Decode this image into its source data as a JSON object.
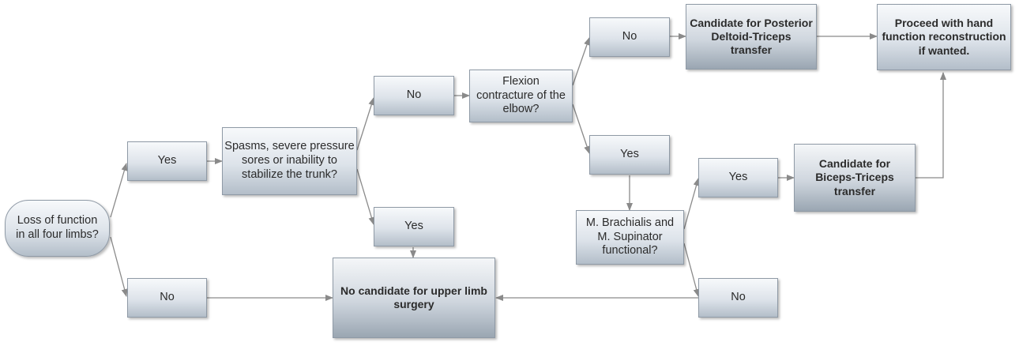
{
  "nodes": {
    "start": "Loss of function\nin all four limbs?",
    "yes1": "Yes",
    "no1": "No",
    "spasms": "Spasms, severe pressure\nsores or inability to\nstabilize the trunk?",
    "no2": "No",
    "yes2": "Yes",
    "no_candidate": "No candidate for upper limb\nsurgery",
    "flexion": "Flexion\ncontracture of the\nelbow?",
    "no3": "No",
    "yes3": "Yes",
    "posterior": "Candidate for Posterior\nDeltoid-Triceps\ntransfer",
    "proceed": "Proceed with hand\nfunction reconstruction\nif wanted.",
    "brachialis": "M. Brachialis and\nM. Supinator\nfunctional?",
    "yes4": "Yes",
    "no4": "No",
    "biceps": "Candidate for\nBiceps-Triceps\ntransfer"
  },
  "colors": {
    "connector": "#8a8a8a",
    "node_border": "#8f9aa6",
    "node_fill_top": "#f7f9fb",
    "node_fill_bottom": "#b3bec9",
    "text": "#2b2b2b"
  }
}
